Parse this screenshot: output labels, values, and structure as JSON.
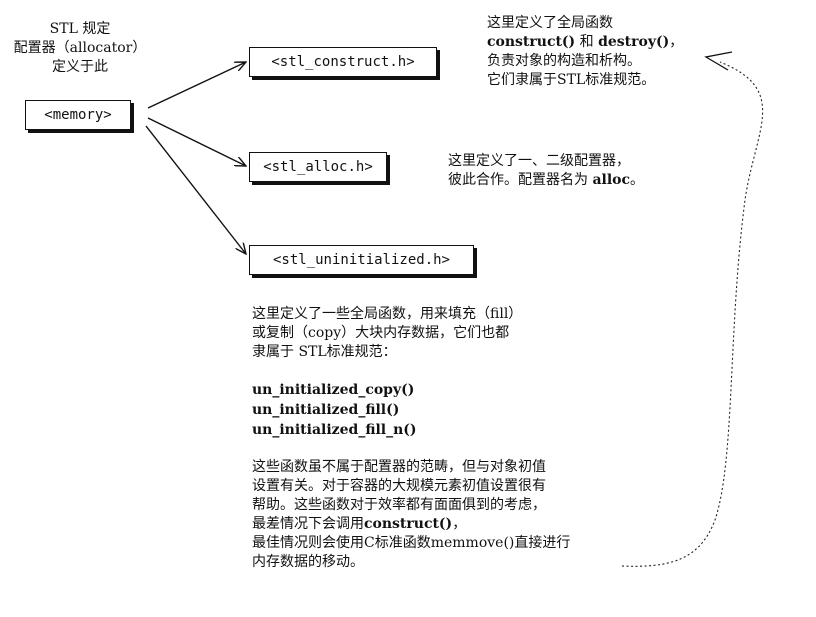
{
  "caption": {
    "line1": "STL 规定",
    "line2": "配置器（allocator）",
    "line3": "定义于此"
  },
  "boxes": {
    "memory": "<memory>",
    "construct": "<stl_construct.h>",
    "alloc": "<stl_alloc.h>",
    "uninitialized": "<stl_uninitialized.h>"
  },
  "note_construct": {
    "line1": "这里定义了全局函数",
    "line2_a": "construct()",
    "line2_b": " 和 ",
    "line2_c": "destroy()",
    "line2_d": "，",
    "line3": "负责对象的构造和析构。",
    "line4": "它们隶属于STL标准规范。"
  },
  "note_alloc": {
    "line1": "这里定义了一、二级配置器，",
    "line2_a": "彼此合作。配置器名为 ",
    "line2_b": "alloc",
    "line2_c": "。"
  },
  "note_uninit": {
    "p1_line1": "这里定义了一些全局函数，用来填充（fill）",
    "p1_line2": "或复制（copy）大块内存数据，它们也都",
    "p1_line3": "隶属于 STL标准规范：",
    "functions": [
      "un_initialized_copy()",
      "un_initialized_fill()",
      "un_initialized_fill_n()"
    ],
    "p2_line1": "这些函数虽不属于配置器的范畴，但与对象初值",
    "p2_line2": "设置有关。对于容器的大规模元素初值设置很有",
    "p2_line3": "帮助。这些函数对于效率都有面面俱到的考虑，",
    "p2_line4_a": "最差情况下会调用",
    "p2_line4_b": "construct()",
    "p2_line4_c": "，",
    "p2_line5": "最佳情况则会使用C标准函数memmove()直接进行",
    "p2_line6": "内存数据的移动。"
  },
  "colors": {
    "ink": "#111111",
    "background": "#ffffff"
  }
}
